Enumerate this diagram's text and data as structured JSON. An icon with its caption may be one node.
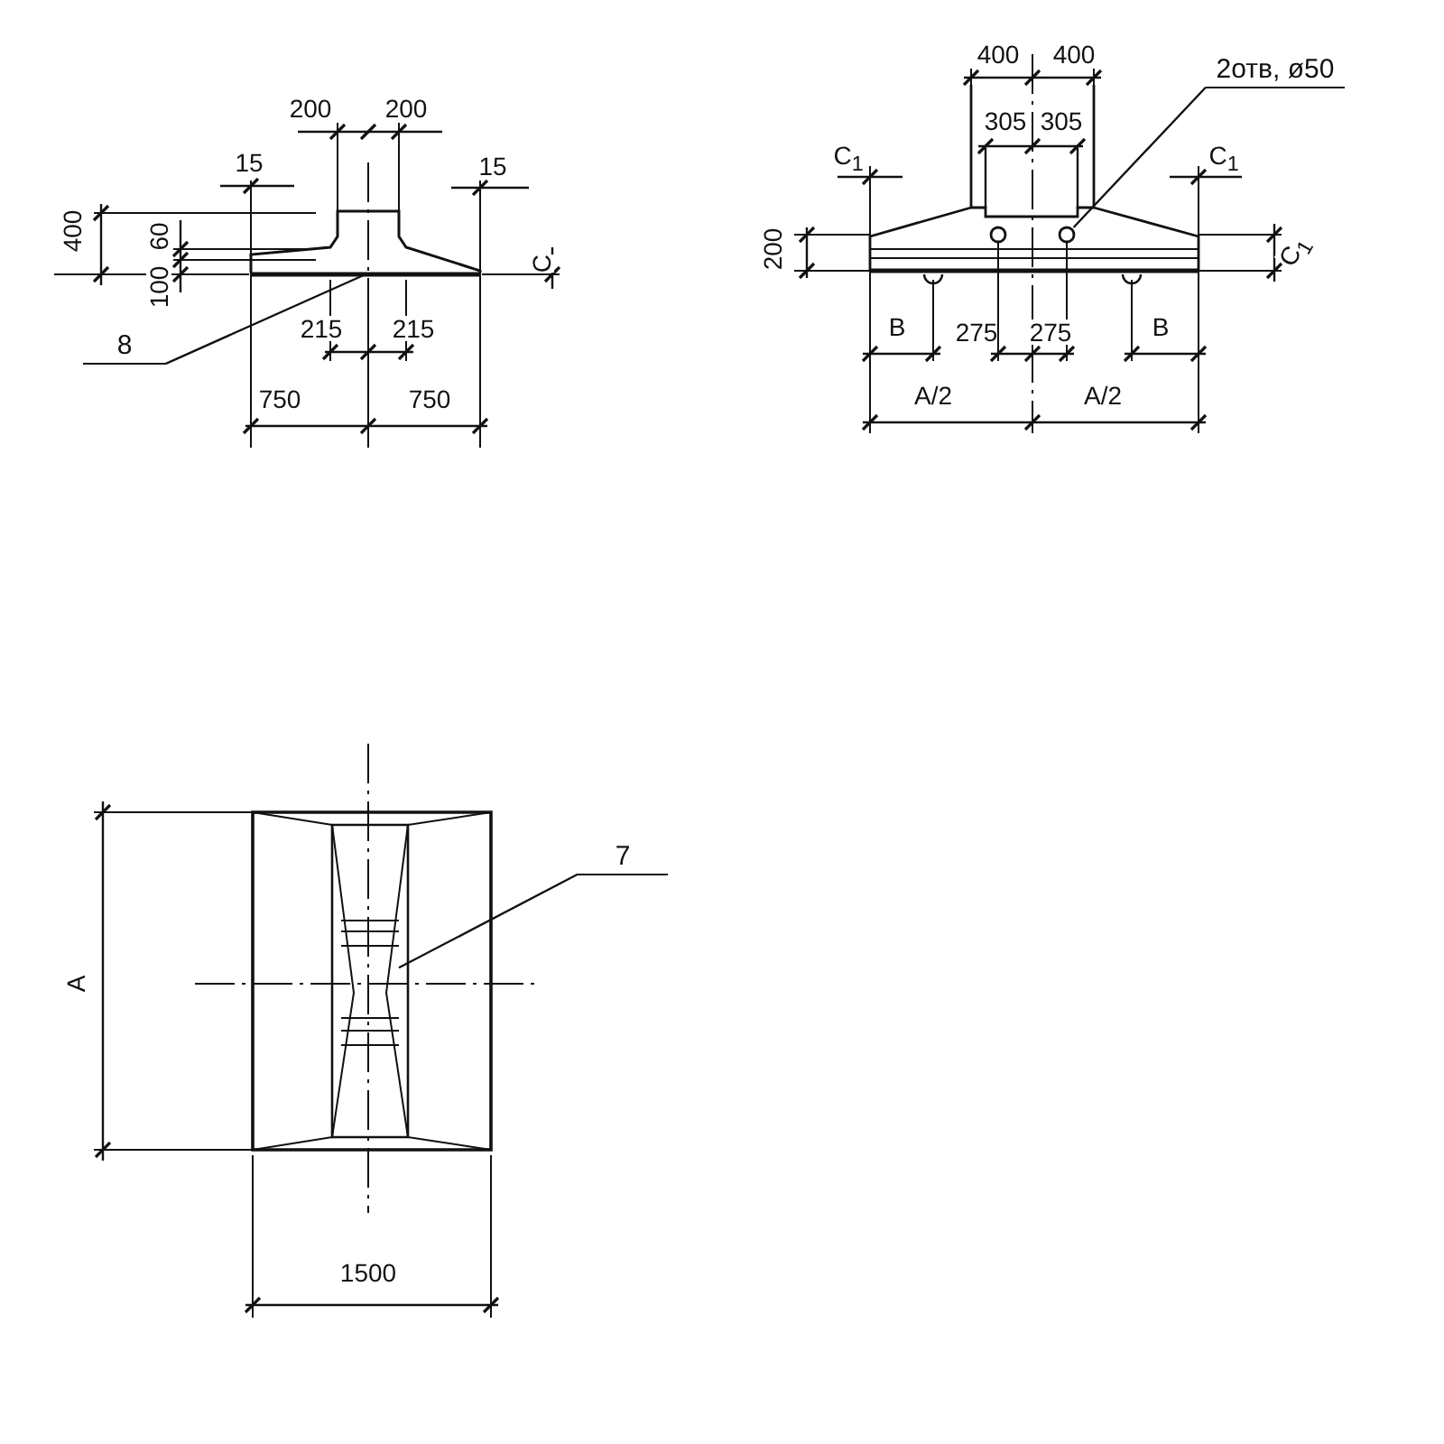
{
  "diagram": {
    "nodes": [
      {
        "text": [
          "8"
        ]
      },
      {
        "text": [],
        "shape": "bar"
      },
      {
        "text": [
          "2отв, ø50"
        ]
      },
      {
        "text": [],
        "shape": "circle"
      },
      {
        "text": [
          "7"
        ]
      },
      {
        "text": [],
        "shape": "bar"
      }
    ],
    "edges": [
      {
        "from": 0,
        "to": 1,
        "arrow": "none"
      },
      {
        "from": 2,
        "to": 3,
        "arrow": "none"
      },
      {
        "from": 4,
        "to": 5,
        "arrow": "none"
      }
    ],
    "labels": [
      "200",
      "200",
      "15",
      "15",
      "400",
      "60",
      "100",
      "C",
      "215",
      "215",
      "750",
      "750",
      "400",
      "400",
      "305",
      "305",
      "C$_{1}$",
      "C$_{1}$",
      "200",
      "C$_{1}$",
      "В",
      "275",
      "275",
      "В",
      "A/2",
      "A/2",
      "A",
      "1500"
    ]
  }
}
